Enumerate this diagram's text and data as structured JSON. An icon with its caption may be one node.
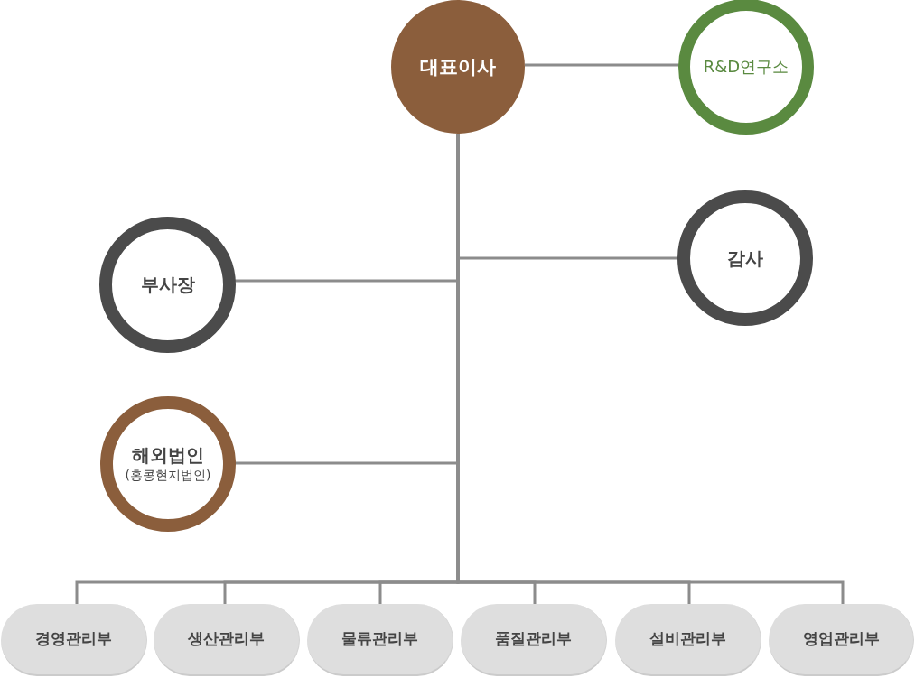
{
  "diagram": {
    "nodes": [
      {
        "text": [
          "대표이사"
        ]
      },
      {
        "text": [
          "R&D연구소"
        ]
      },
      {
        "text": [
          "감사"
        ]
      },
      {
        "text": [
          "부사장"
        ]
      },
      {
        "text": [
          "해외법인",
          "(홍콩현지법인)"
        ]
      },
      {
        "text": [
          "경영관리부"
        ]
      },
      {
        "text": [
          "생산관리부"
        ]
      },
      {
        "text": [
          "물류관리부"
        ]
      },
      {
        "text": [
          "품질관리부"
        ]
      },
      {
        "text": [
          "설비관리부"
        ]
      },
      {
        "text": [
          "영업관리부"
        ]
      }
    ],
    "edges": [
      {
        "from": 0,
        "to": 1,
        "arrow": "none"
      },
      {
        "from": 0,
        "to": 2,
        "arrow": "none"
      },
      {
        "from": 0,
        "to": 3,
        "arrow": "none"
      },
      {
        "from": 0,
        "to": 4,
        "arrow": "none"
      },
      {
        "from": 0,
        "to": 5,
        "arrow": "none"
      },
      {
        "from": 0,
        "to": 6,
        "arrow": "none"
      },
      {
        "from": 0,
        "to": 7,
        "arrow": "none"
      },
      {
        "from": 0,
        "to": 8,
        "arrow": "none"
      },
      {
        "from": 0,
        "to": 9,
        "arrow": "none"
      },
      {
        "from": 0,
        "to": 10,
        "arrow": "none"
      }
    ]
  }
}
